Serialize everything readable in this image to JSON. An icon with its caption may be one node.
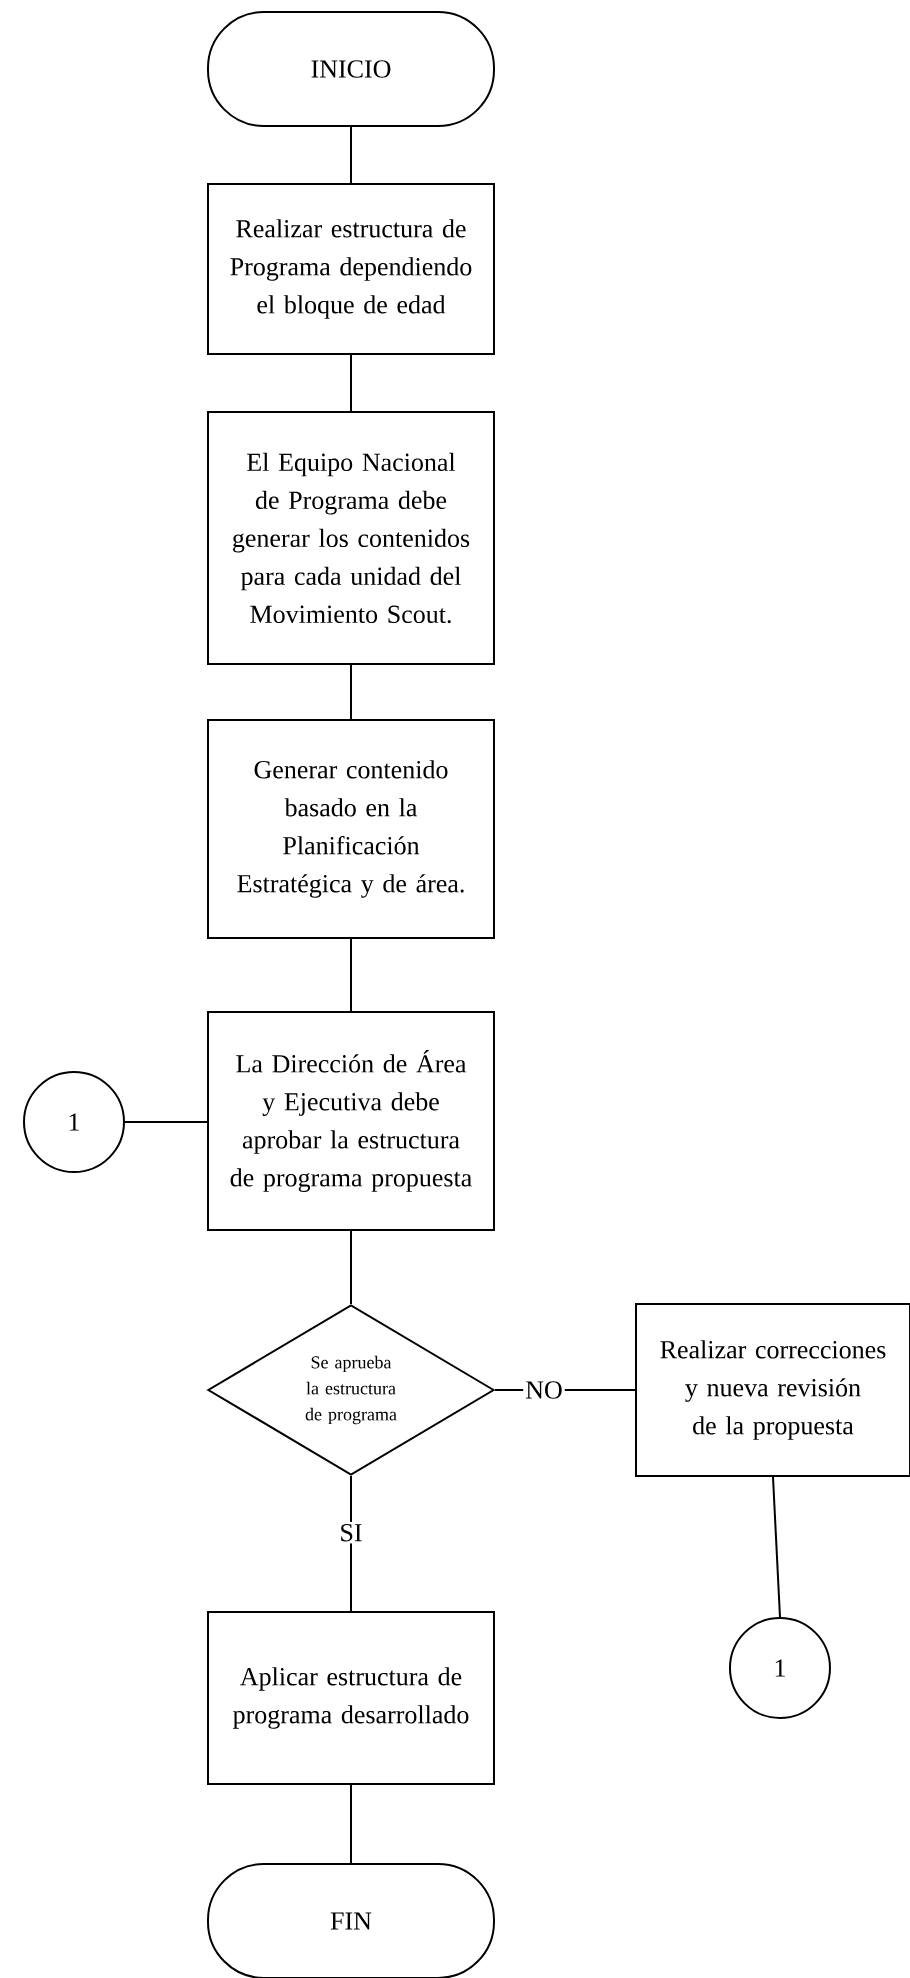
{
  "diagram": {
    "nodes": [
      {
        "text": [
          "INICIO"
        ]
      },
      {
        "text": [
          "Realizar estructura de Programa dependiendo el bloque de edad"
        ]
      },
      {
        "text": [
          "El Equipo Nacional de Programa debe generar los contenidos para cada unidad del Movimiento Scout."
        ]
      },
      {
        "text": [
          "Generar contenido basado en la Planificación Estratégica y de área."
        ]
      },
      {
        "text": [
          "1"
        ]
      },
      {
        "text": [
          "La Dirección de Área y Ejecutiva debe aprobar la estructura de programa propuesta"
        ]
      },
      {
        "text": [
          "Se aprueba la estructura de programa"
        ]
      },
      {
        "text": [
          "Realizar correcciones y nueva revisión de la propuesta"
        ]
      },
      {
        "text": [
          "Aplicar estructura de programa desarrollado"
        ]
      },
      {
        "text": [
          "1"
        ]
      },
      {
        "text": [
          "FIN"
        ]
      }
    ],
    "edges": [
      {
        "from": 0,
        "to": 1,
        "arrow": "none"
      },
      {
        "from": 1,
        "to": 2,
        "arrow": "none"
      },
      {
        "from": 2,
        "to": 3,
        "arrow": "none"
      },
      {
        "from": 3,
        "to": 5,
        "arrow": "none"
      },
      {
        "from": 4,
        "to": 5,
        "arrow": "none"
      },
      {
        "from": 5,
        "to": 6,
        "arrow": "none"
      },
      {
        "from": 6,
        "to": 7,
        "arrow": "none",
        "label": "NO"
      },
      {
        "from": 6,
        "to": 8,
        "arrow": "none",
        "label": "SI"
      },
      {
        "from": 7,
        "to": 9,
        "arrow": "none"
      },
      {
        "from": 8,
        "to": 10,
        "arrow": "none"
      }
    ]
  }
}
